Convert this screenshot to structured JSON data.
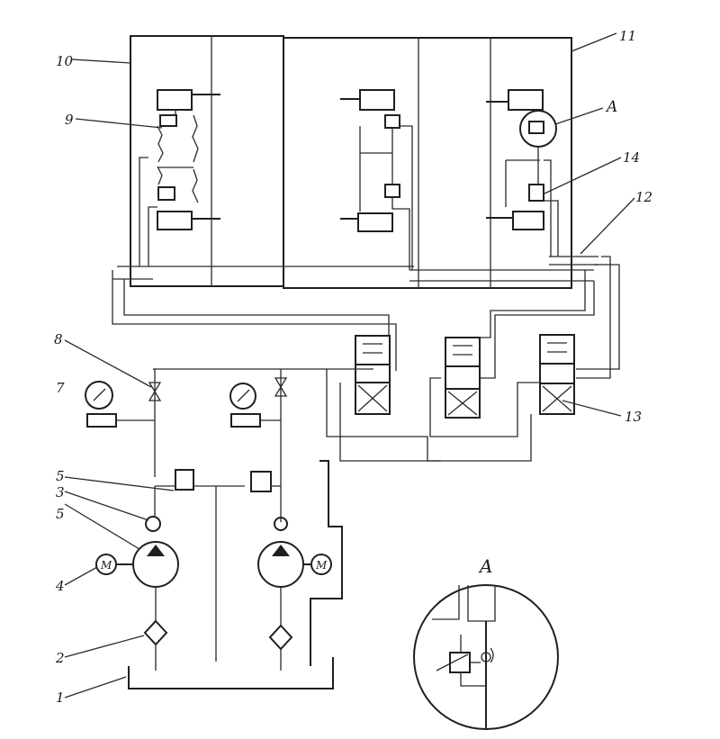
{
  "diagram": {
    "labels": {
      "l1": "1",
      "l2": "2",
      "l3": "3",
      "l4": "4",
      "l5": "5",
      "l5b": "5",
      "l7": "7",
      "l8": "8",
      "l9": "9",
      "l10": "10",
      "l11": "11",
      "l12": "12",
      "l13": "13",
      "l14": "14",
      "lA": "A",
      "lA2": "A"
    },
    "motor_symbol": "M",
    "colors": {
      "ink": "#1f1f1f",
      "paper": "#ffffff"
    }
  }
}
